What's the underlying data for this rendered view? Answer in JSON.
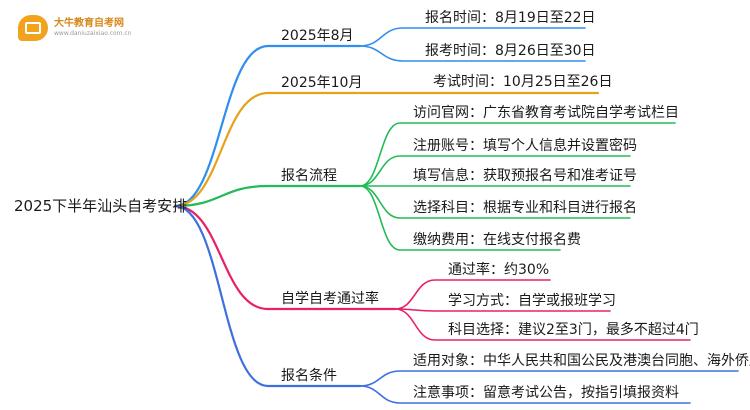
{
  "logo": {
    "title": "大牛教育自考网",
    "url": "www.daniuzaixiao.com.cn"
  },
  "root": {
    "label": "2025下半年汕头自考安排"
  },
  "branches": [
    {
      "label": "2025年8月",
      "color": "#2f8ff0",
      "children": [
        "报名时间：8月19日至22日",
        "报考时间：8月26日至30日"
      ]
    },
    {
      "label": "2025年10月",
      "color": "#e5a21a",
      "children": [
        "考试时间：10月25日至26日"
      ]
    },
    {
      "label": "报名流程",
      "color": "#22bb55",
      "children": [
        "访问官网：广东省教育考试院自学考试栏目",
        "注册账号：填写个人信息并设置密码",
        "填写信息：获取预报名号和准考证号",
        "选择科目：根据专业和科目进行报名",
        "缴纳费用：在线支付报名费"
      ]
    },
    {
      "label": "自学自考通过率",
      "color": "#e8206a",
      "children": [
        "通过率：约30%",
        "学习方式：自学或报班学习",
        "科目选择：建议2至3门，最多不超过4门"
      ]
    },
    {
      "label": "报名条件",
      "color": "#3d6fe0",
      "children": [
        "适用对象：中华人民共和国公民及港澳台同胞、海外侨胞",
        "注意事项：留意考试公告，按指引填报资料"
      ]
    }
  ]
}
